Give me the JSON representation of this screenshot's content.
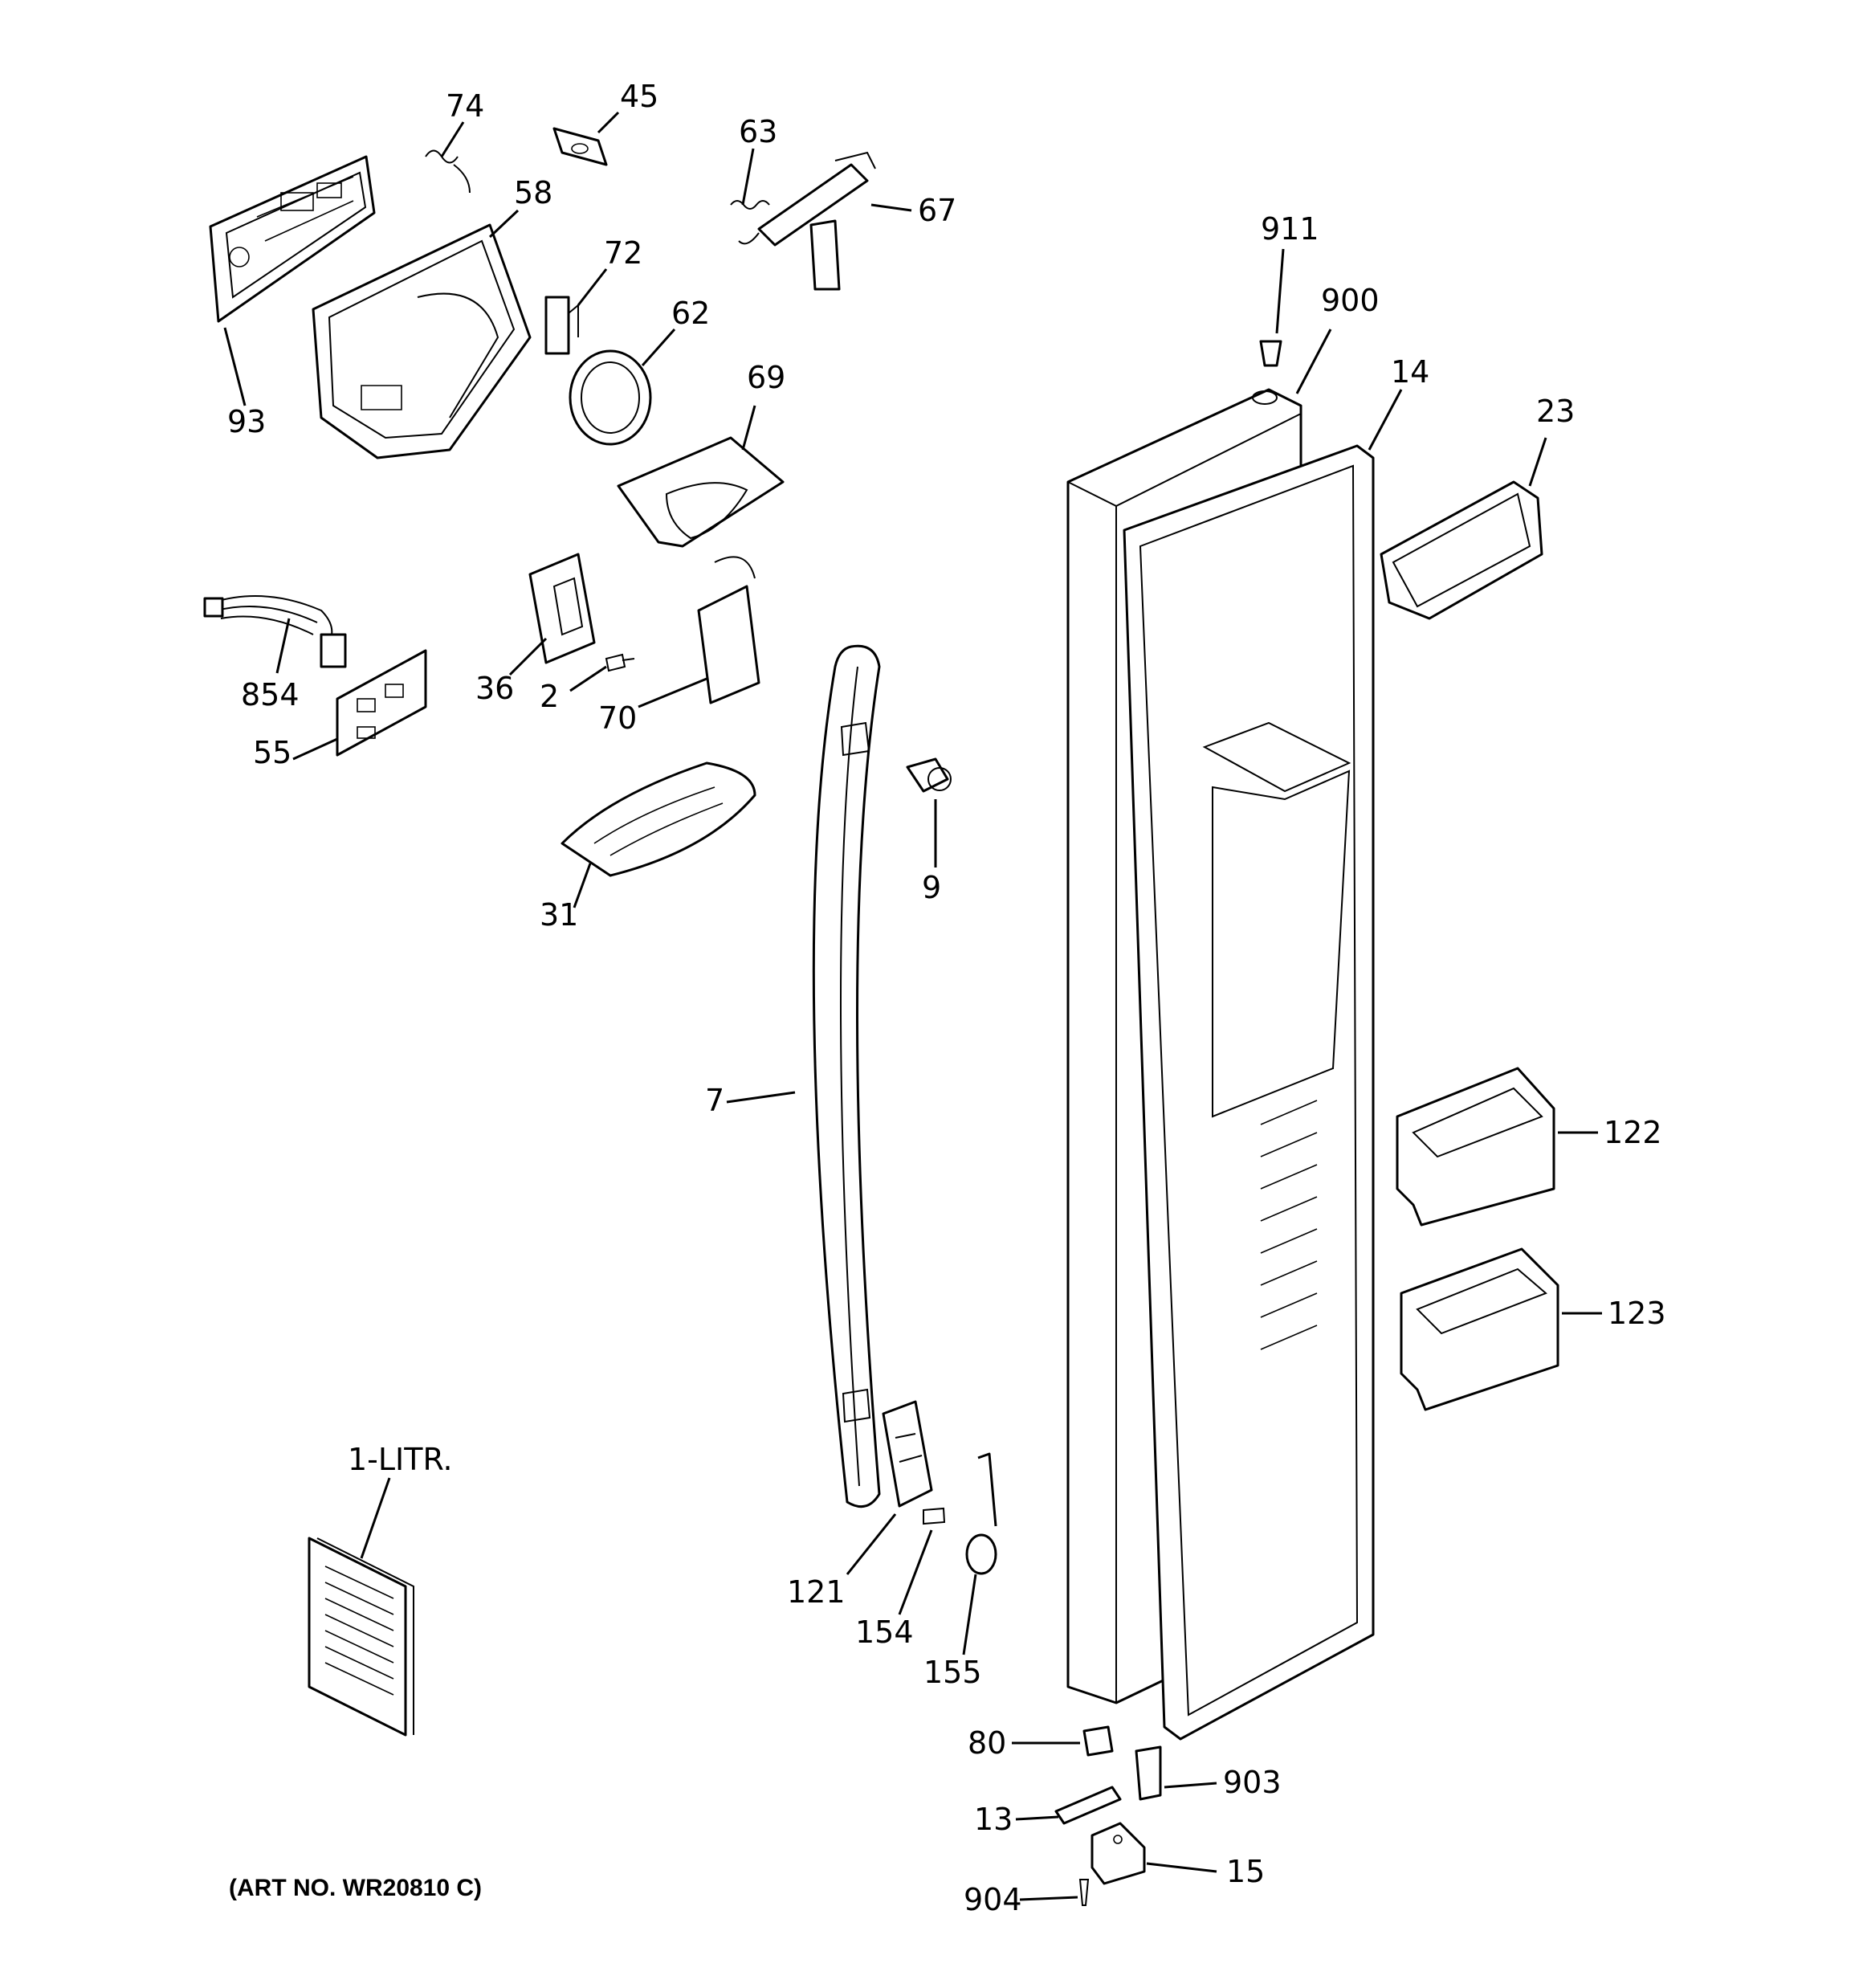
{
  "diagram": {
    "art_number": "(ART NO. WR20810 C)",
    "labels": {
      "p74": "74",
      "p45": "45",
      "p63": "63",
      "p67": "67",
      "p58": "58",
      "p72": "72",
      "p62": "62",
      "p93": "93",
      "p69": "69",
      "p911": "911",
      "p900": "900",
      "p14": "14",
      "p23": "23",
      "p854": "854",
      "p36": "36",
      "p2": "2",
      "p70": "70",
      "p55": "55",
      "p9": "9",
      "p31": "31",
      "p7": "7",
      "p122": "122",
      "p123": "123",
      "p1litr": "1-LITR.",
      "p121": "121",
      "p154": "154",
      "p155": "155",
      "p80": "80",
      "p903": "903",
      "p13": "13",
      "p15": "15",
      "p904": "904"
    }
  }
}
